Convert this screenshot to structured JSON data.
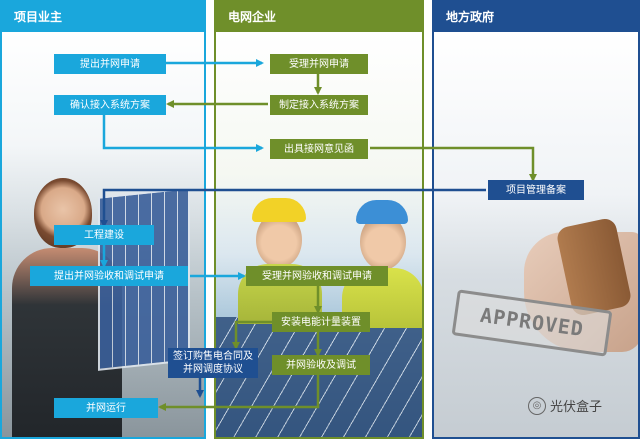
{
  "columns": {
    "owner": "项目业主",
    "grid": "电网企业",
    "gov": "地方政府"
  },
  "steps": {
    "submit_application": "提出并网申请",
    "accept_application": "受理并网申请",
    "formulate_plan": "制定接入系统方案",
    "confirm_plan": "确认接入系统方案",
    "issue_opinion": "出具接网意见函",
    "project_filing": "项目管理备案",
    "construction": "工程建设",
    "submit_acceptance": "提出并网验收和调试申请",
    "accept_acceptance": "受理并网验收和调试申请",
    "install_meter": "安装电能计量装置",
    "sign_contract": "签订购售电合同及并网调度协议",
    "acceptance_debug": "并网验收及调试",
    "grid_operation": "并网运行"
  },
  "stamp_text": "APPROVED",
  "watermark": "光伏盒子",
  "colors": {
    "owner": "#1aa7dc",
    "grid": "#6f8f2a",
    "gov": "#1f4f91"
  }
}
